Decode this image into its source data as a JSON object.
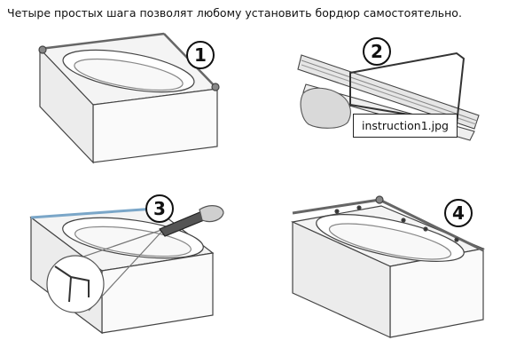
{
  "heading": "Четыре простых шага позволят любому установить бордюр самостоятельно.",
  "steps": [
    {
      "label": "1"
    },
    {
      "label": "2"
    },
    {
      "label": "3"
    },
    {
      "label": "4"
    }
  ],
  "tooltip": "instruction1.jpg"
}
